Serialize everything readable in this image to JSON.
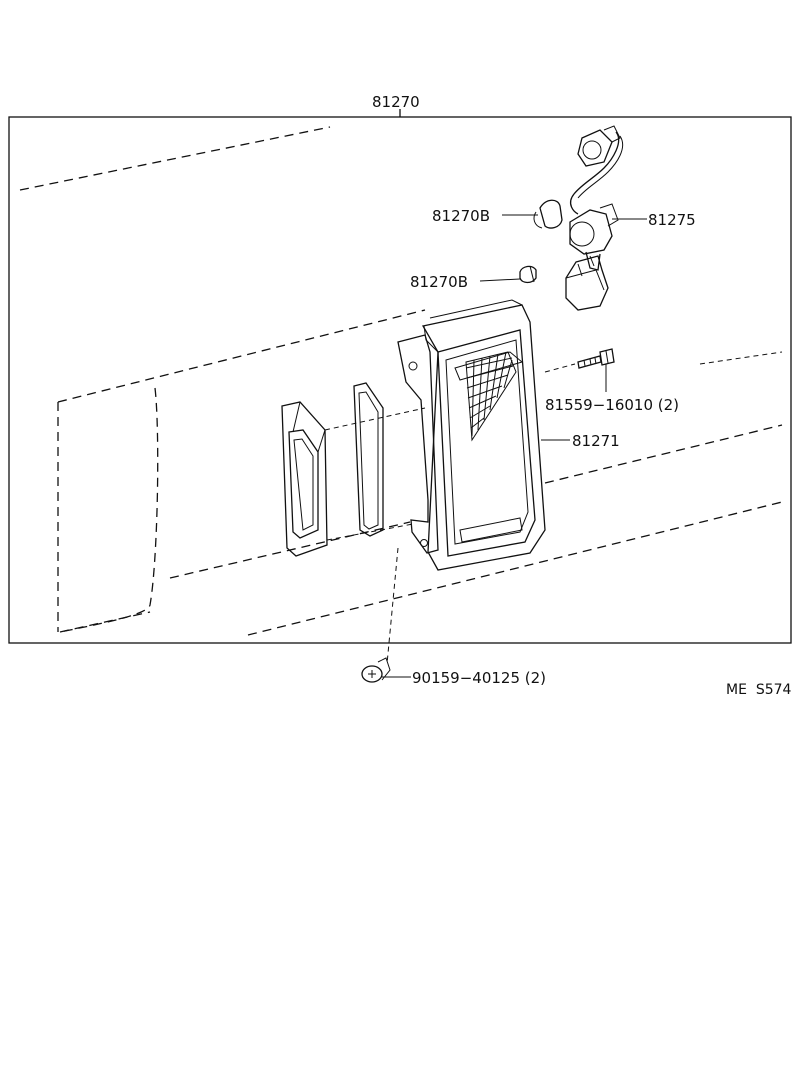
{
  "diagram": {
    "callouts": {
      "assembly": "81270",
      "bulb_upper": "81270B",
      "bulb_lower": "81270B",
      "socket_wire": "81275",
      "bolt": "81559−16010 (2)",
      "lens": "81271",
      "screw": "90159−40125 (2)"
    },
    "figure_code": "ME  S574"
  }
}
